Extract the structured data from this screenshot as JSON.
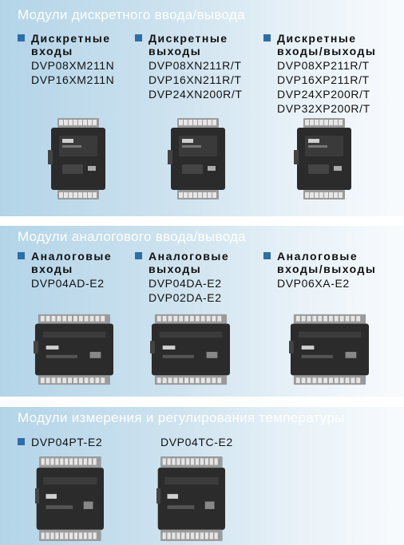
{
  "sections": [
    {
      "title": "Модули дискретного ввода/вывода",
      "groups": [
        {
          "head": [
            "Дискретные",
            "входы"
          ],
          "models": [
            "DVP08XM211N",
            "DVP16XM211N"
          ]
        },
        {
          "head": [
            "Дискретные",
            "выходы"
          ],
          "models": [
            "DVP08XN211R/T",
            "DVP16XN211R/T",
            "DVP24XN200R/T"
          ]
        },
        {
          "head": [
            "Дискретные",
            "входы/выходы"
          ],
          "models": [
            "DVP08XP211R/T",
            "DVP16XP211R/T",
            "DVP24XP200R/T",
            "DVP32XP200R/T"
          ]
        }
      ]
    },
    {
      "title": "Модули аналогового ввода/вывода",
      "groups": [
        {
          "head": [
            "Аналоговые",
            "входы"
          ],
          "models": [
            "DVP04AD-E2"
          ]
        },
        {
          "head": [
            "Аналоговые",
            "выходы"
          ],
          "models": [
            "DVP04DA-E2",
            "DVP02DA-E2"
          ]
        },
        {
          "head": [
            "Аналоговые",
            "входы/выходы"
          ],
          "models": [
            "DVP06XA-E2"
          ]
        }
      ]
    },
    {
      "title": "Модули измерения и регулирования температуры",
      "groups": [
        {
          "models": [
            "DVP04PT-E2"
          ]
        },
        {
          "models": [
            "DVP04TC-E2"
          ]
        }
      ]
    }
  ],
  "colors": {
    "bullet": "#2d6ea9",
    "title_text": "#ffffff",
    "module_body": "#2b2b2b"
  }
}
